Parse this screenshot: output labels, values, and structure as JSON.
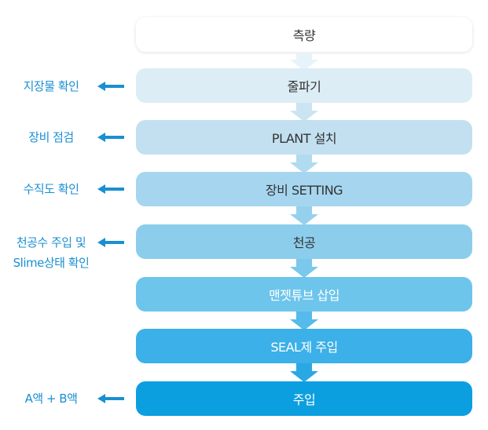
{
  "steps": [
    {
      "label": "측량",
      "bg": "#ffffff",
      "color": "#333333"
    },
    {
      "label": "줄파기",
      "bg": "#dcedf6",
      "color": "#333333"
    },
    {
      "label": "PLANT 설치",
      "bg": "#c2e0f0",
      "color": "#333333"
    },
    {
      "label": "장비 SETTING",
      "bg": "#a6d6ef",
      "color": "#333333"
    },
    {
      "label": "천공",
      "bg": "#8ccdec",
      "color": "#333333"
    },
    {
      "label": "맨젯튜브 삽입",
      "bg": "#6ec5ec",
      "color": "#ffffff"
    },
    {
      "label": "SEAL제 주입",
      "bg": "#3cb0e8",
      "color": "#ffffff"
    },
    {
      "label": "주입",
      "bg": "#0c9fe0",
      "color": "#ffffff"
    }
  ],
  "notes": {
    "step1": "지장물 확인",
    "step2": "장비 점검",
    "step3": "수직도 확인",
    "step4_line1": "천공수 주입 및",
    "step4_line2": "Slime상태 확인",
    "step7": "A액 + B액"
  },
  "colors": {
    "note_text": "#1a8fd2",
    "note_arrow": "#1a8fd2"
  }
}
